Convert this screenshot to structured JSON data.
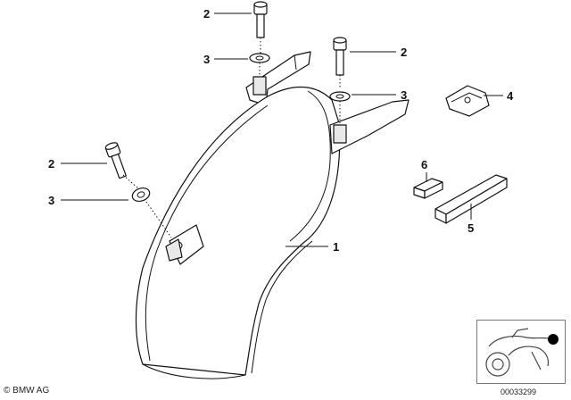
{
  "callouts": {
    "c1": "1",
    "c2a": "2",
    "c2b": "2",
    "c2c": "2",
    "c3a": "3",
    "c3b": "3",
    "c3c": "3",
    "c4": "4",
    "c5": "5",
    "c6": "6"
  },
  "footer": {
    "copyright": "© BMW AG",
    "document_number": "00033299"
  },
  "icons": {
    "copyright_symbol": "copyright-icon",
    "locator": "motorcycle-locator-icon"
  },
  "colors": {
    "line": "#111111",
    "locator_dot": "#000000"
  }
}
